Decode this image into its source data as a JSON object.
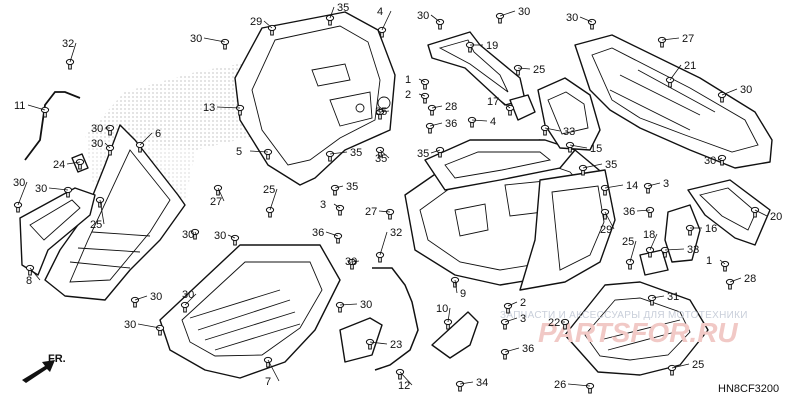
{
  "diagram_code": "HN8CF3200",
  "direction_label": "FR.",
  "watermark": {
    "line1": "ЗАПЧАСТИ И АКСЕССУАРЫ ДЛЯ МОТОТЕХНИКИ",
    "line2": "PARTSFOR.RU"
  },
  "callouts": [
    {
      "id": "c29a",
      "text": "29"
    },
    {
      "id": "c35a",
      "text": "35"
    },
    {
      "id": "c4a",
      "text": "4"
    },
    {
      "id": "c30a",
      "text": "30"
    },
    {
      "id": "c30b",
      "text": "30"
    },
    {
      "id": "c30c",
      "text": "30"
    },
    {
      "id": "c27a",
      "text": "27"
    },
    {
      "id": "c32a",
      "text": "32"
    },
    {
      "id": "c30d",
      "text": "30"
    },
    {
      "id": "c19",
      "text": "19"
    },
    {
      "id": "c25a",
      "text": "25"
    },
    {
      "id": "c21",
      "text": "21"
    },
    {
      "id": "c30e",
      "text": "30"
    },
    {
      "id": "c13",
      "text": "13"
    },
    {
      "id": "c11",
      "text": "11"
    },
    {
      "id": "c1a",
      "text": "1"
    },
    {
      "id": "c2a",
      "text": "2"
    },
    {
      "id": "c28a",
      "text": "28"
    },
    {
      "id": "c17",
      "text": "17"
    },
    {
      "id": "c4b",
      "text": "4"
    },
    {
      "id": "c36a",
      "text": "36"
    },
    {
      "id": "c35b",
      "text": "35"
    },
    {
      "id": "c33a",
      "text": "33"
    },
    {
      "id": "c30f",
      "text": "30"
    },
    {
      "id": "c30g",
      "text": "30"
    },
    {
      "id": "c6",
      "text": "6"
    },
    {
      "id": "c15",
      "text": "15"
    },
    {
      "id": "c5",
      "text": "5"
    },
    {
      "id": "c35c",
      "text": "35"
    },
    {
      "id": "c35d",
      "text": "35"
    },
    {
      "id": "c35e",
      "text": "35"
    },
    {
      "id": "c35f",
      "text": "35"
    },
    {
      "id": "c30h",
      "text": "30"
    },
    {
      "id": "c24",
      "text": "24"
    },
    {
      "id": "c14",
      "text": "14"
    },
    {
      "id": "c3a",
      "text": "3"
    },
    {
      "id": "c30i",
      "text": "30"
    },
    {
      "id": "c30j",
      "text": "30"
    },
    {
      "id": "c27b",
      "text": "27"
    },
    {
      "id": "c25b",
      "text": "25"
    },
    {
      "id": "c25c",
      "text": "25"
    },
    {
      "id": "c35g",
      "text": "35"
    },
    {
      "id": "c27c",
      "text": "27"
    },
    {
      "id": "c20",
      "text": "20"
    },
    {
      "id": "c36b",
      "text": "36"
    },
    {
      "id": "c3b",
      "text": "3"
    },
    {
      "id": "c29b",
      "text": "29"
    },
    {
      "id": "c16",
      "text": "16"
    },
    {
      "id": "c30k",
      "text": "30"
    },
    {
      "id": "c36c",
      "text": "36"
    },
    {
      "id": "c32b",
      "text": "32"
    },
    {
      "id": "c25d",
      "text": "25"
    },
    {
      "id": "c30l",
      "text": "30"
    },
    {
      "id": "c18",
      "text": "18"
    },
    {
      "id": "c1b",
      "text": "1"
    },
    {
      "id": "c30m",
      "text": "30"
    },
    {
      "id": "c33b",
      "text": "33"
    },
    {
      "id": "c8",
      "text": "8"
    },
    {
      "id": "c9",
      "text": "9"
    },
    {
      "id": "c28b",
      "text": "28"
    },
    {
      "id": "c30n",
      "text": "30"
    },
    {
      "id": "c30o",
      "text": "30"
    },
    {
      "id": "c31",
      "text": "31"
    },
    {
      "id": "c30p",
      "text": "30"
    },
    {
      "id": "c2b",
      "text": "2"
    },
    {
      "id": "c10",
      "text": "10"
    },
    {
      "id": "c22",
      "text": "22"
    },
    {
      "id": "c3c",
      "text": "3"
    },
    {
      "id": "c36d",
      "text": "36"
    },
    {
      "id": "c30q",
      "text": "30"
    },
    {
      "id": "c23",
      "text": "23"
    },
    {
      "id": "c25e",
      "text": "25"
    },
    {
      "id": "c7",
      "text": "7"
    },
    {
      "id": "c12",
      "text": "12"
    },
    {
      "id": "c34",
      "text": "34"
    },
    {
      "id": "c26",
      "text": "26"
    }
  ]
}
